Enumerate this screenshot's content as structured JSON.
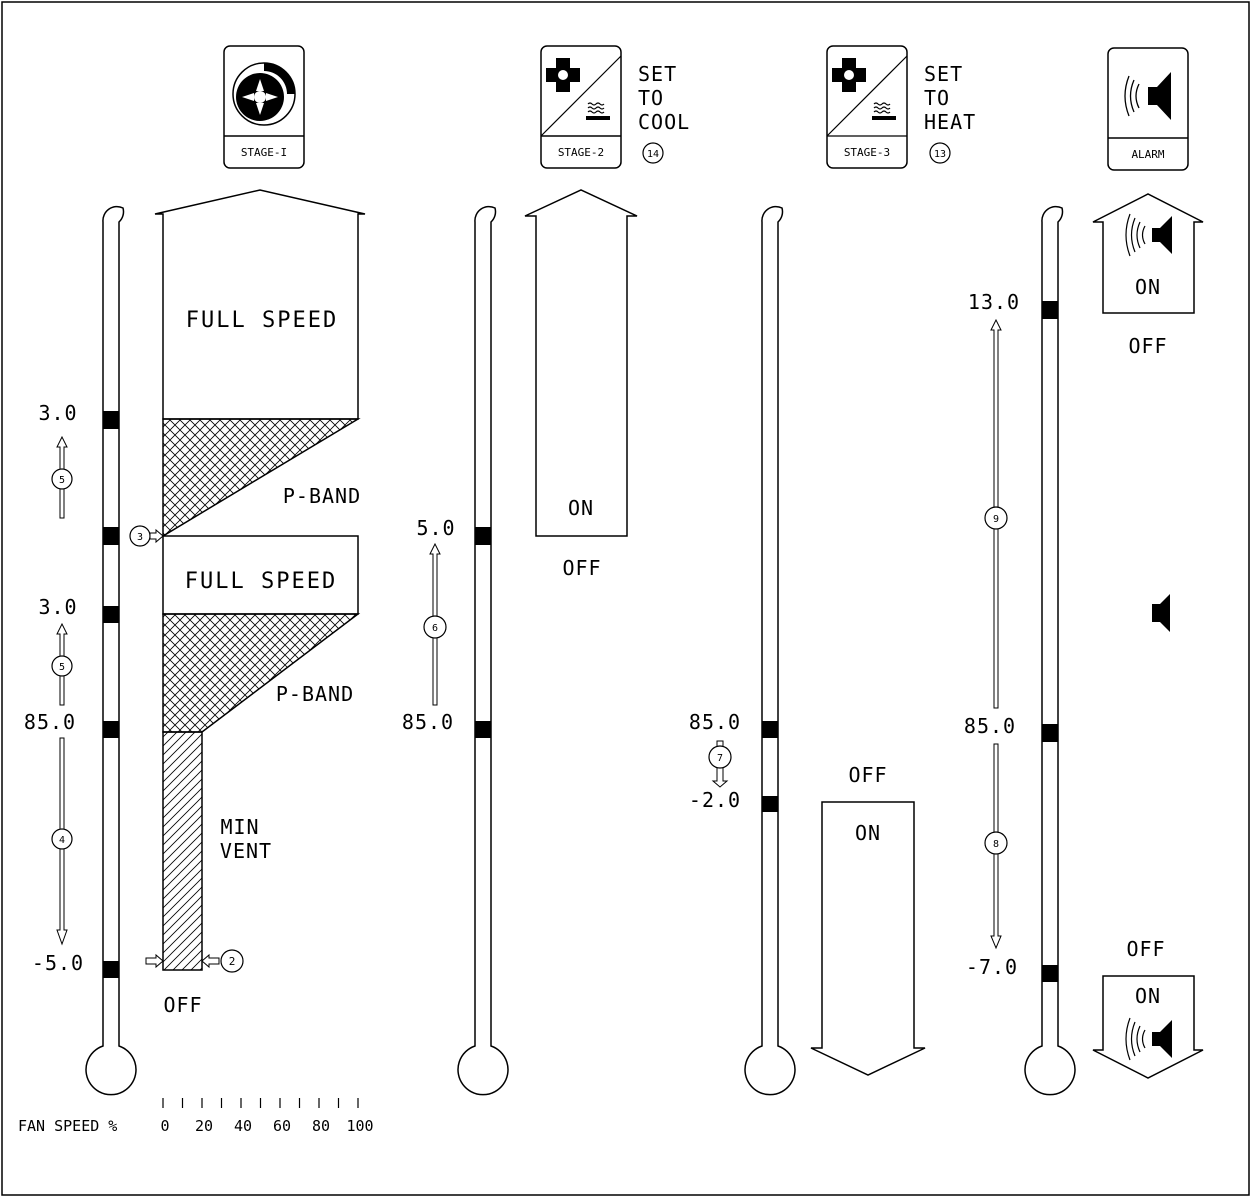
{
  "stages": [
    {
      "id": "stage1",
      "label": "STAGE-I",
      "icon": "fan-icon",
      "bands": [
        {
          "label": "FULL SPEED"
        },
        {
          "label": "P-BAND"
        },
        {
          "label": "FULL SPEED"
        },
        {
          "label": "P-BAND"
        },
        {
          "label": "MIN VENT",
          "line1": "MIN",
          "line2": "VENT"
        }
      ],
      "markers": [
        {
          "value": "3.0",
          "callout": "5"
        },
        {
          "value": "3.0",
          "callout": "5"
        },
        {
          "value": "85.0",
          "callout": "4"
        },
        {
          "value": "-5.0"
        }
      ],
      "pointer_callouts": [
        "3",
        "2"
      ],
      "off_label": "OFF",
      "fan_speed": {
        "label": "FAN SPEED %",
        "ticks": [
          "0",
          "20",
          "40",
          "60",
          "80",
          "100"
        ]
      }
    },
    {
      "id": "stage2",
      "label": "STAGE-2",
      "icon": "cool-icon",
      "set_text": [
        "SET",
        "TO",
        "COOL"
      ],
      "badge": "14",
      "markers": [
        {
          "value": "5.0",
          "callout": "6"
        },
        {
          "value": "85.0"
        }
      ],
      "on_label": "ON",
      "off_label": "OFF"
    },
    {
      "id": "stage3",
      "label": "STAGE-3",
      "icon": "heat-icon",
      "set_text": [
        "SET",
        "TO",
        "HEAT"
      ],
      "badge": "13",
      "markers": [
        {
          "value": "85.0",
          "callout": "7"
        },
        {
          "value": "-2.0"
        }
      ],
      "on_label": "ON",
      "off_label": "OFF"
    },
    {
      "id": "alarm",
      "label": "ALARM",
      "icon": "speaker-icon",
      "markers": [
        {
          "value": "13.0",
          "callout": "9"
        },
        {
          "value": "85.0",
          "callout": "8"
        },
        {
          "value": "-7.0"
        }
      ],
      "top": {
        "on_label": "ON",
        "off_label": "OFF"
      },
      "bottom": {
        "on_label": "ON",
        "off_label": "OFF"
      }
    }
  ]
}
